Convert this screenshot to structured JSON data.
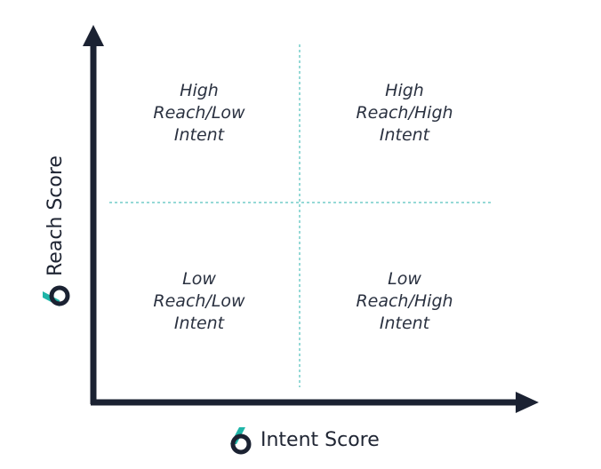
{
  "quadrants": {
    "top_left": {
      "lines": [
        "High",
        "Reach/Low",
        "Intent"
      ]
    },
    "top_right": {
      "lines": [
        "High",
        "Reach/High",
        "Intent"
      ]
    },
    "bottom_left": {
      "lines": [
        "Low",
        "Reach/Low",
        "Intent"
      ]
    },
    "bottom_right": {
      "lines": [
        "Low",
        "Reach/High",
        "Intent"
      ]
    }
  },
  "axes": {
    "x_label": "Intent Score",
    "y_label": "Reach Score"
  },
  "colors": {
    "axis": "#1b2232",
    "divider": "#2bb3ad",
    "logo_teal": "#1fb5a8",
    "logo_dark": "#1b2232"
  },
  "icons": {
    "axis_logo": "brand-logo-icon"
  }
}
